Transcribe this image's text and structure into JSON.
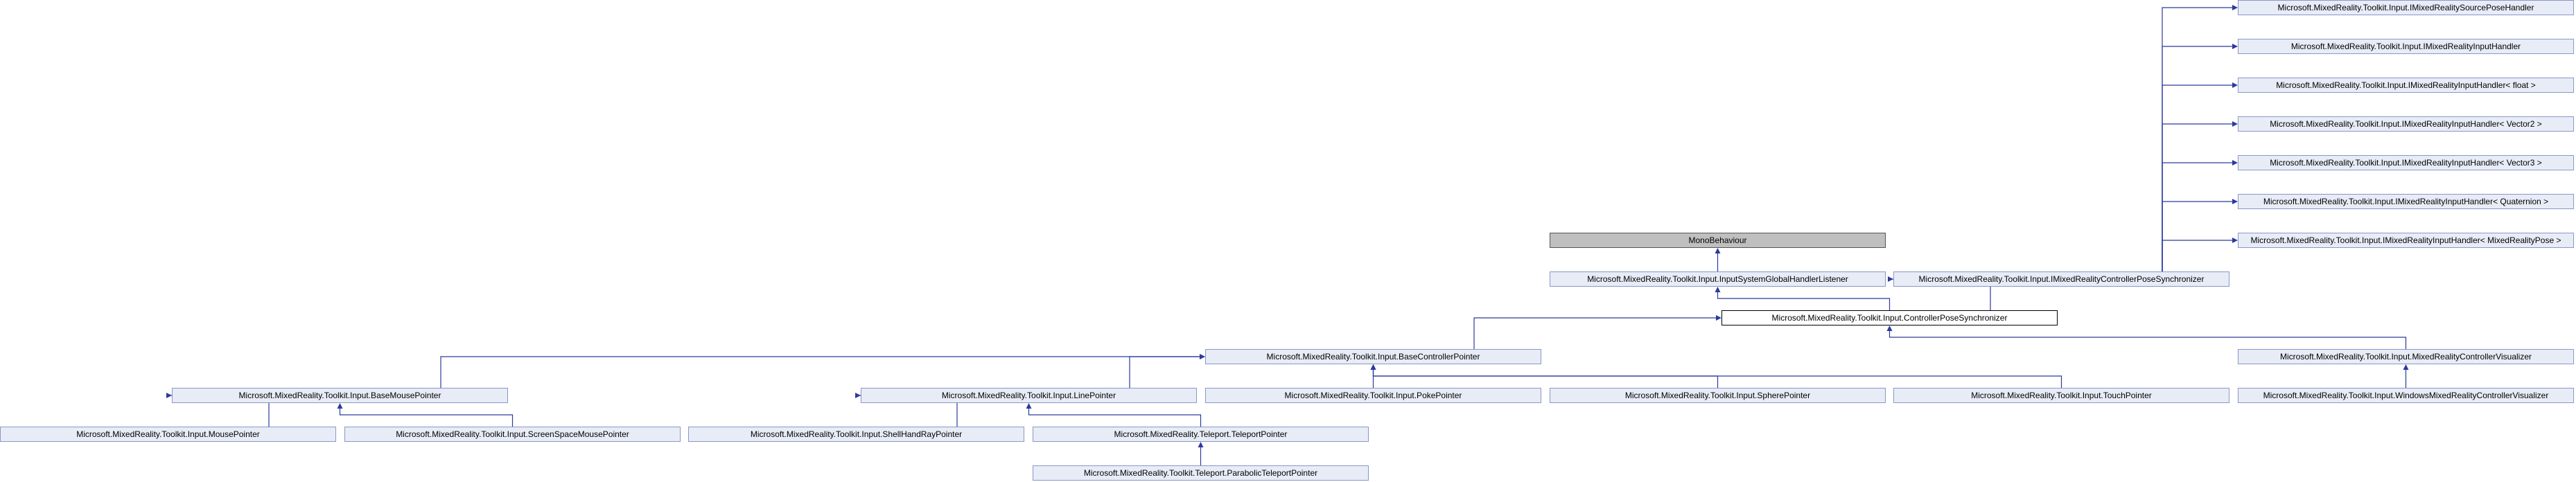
{
  "diagram": {
    "nodes": [
      {
        "id": "ISourcePose",
        "label": "Microsoft.MixedReality.Toolkit.Input.IMixedRealitySourcePoseHandler",
        "kind": "normal"
      },
      {
        "id": "IInput",
        "label": "Microsoft.MixedReality.Toolkit.Input.IMixedRealityInputHandler",
        "kind": "normal"
      },
      {
        "id": "IFloat",
        "label": "Microsoft.MixedReality.Toolkit.Input.IMixedRealityInputHandler< float >",
        "kind": "normal"
      },
      {
        "id": "IV2",
        "label": "Microsoft.MixedReality.Toolkit.Input.IMixedRealityInputHandler< Vector2 >",
        "kind": "normal"
      },
      {
        "id": "IV3",
        "label": "Microsoft.MixedReality.Toolkit.Input.IMixedRealityInputHandler< Vector3 >",
        "kind": "normal"
      },
      {
        "id": "IQuat",
        "label": "Microsoft.MixedReality.Toolkit.Input.IMixedRealityInputHandler< Quaternion >",
        "kind": "normal"
      },
      {
        "id": "IPose",
        "label": "Microsoft.MixedReality.Toolkit.Input.IMixedRealityInputHandler< MixedRealityPose >",
        "kind": "normal"
      },
      {
        "id": "Mono",
        "label": "MonoBehaviour",
        "kind": "base"
      },
      {
        "id": "GlobalListener",
        "label": "Microsoft.MixedReality.Toolkit.Input.InputSystemGlobalHandlerListener",
        "kind": "normal"
      },
      {
        "id": "IControllerPose",
        "label": "Microsoft.MixedReality.Toolkit.Input.IMixedRealityControllerPoseSynchronizer",
        "kind": "normal"
      },
      {
        "id": "ControllerPose",
        "label": "Microsoft.MixedReality.Toolkit.Input.ControllerPoseSynchronizer",
        "kind": "focus"
      },
      {
        "id": "BaseController",
        "label": "Microsoft.MixedReality.Toolkit.Input.BaseControllerPointer",
        "kind": "normal"
      },
      {
        "id": "Visualizer",
        "label": "Microsoft.MixedReality.Toolkit.Input.MixedRealityControllerVisualizer",
        "kind": "normal"
      },
      {
        "id": "BaseMouse",
        "label": "Microsoft.MixedReality.Toolkit.Input.BaseMousePointer",
        "kind": "normal"
      },
      {
        "id": "Line",
        "label": "Microsoft.MixedReality.Toolkit.Input.LinePointer",
        "kind": "normal"
      },
      {
        "id": "Poke",
        "label": "Microsoft.MixedReality.Toolkit.Input.PokePointer",
        "kind": "normal"
      },
      {
        "id": "Sphere",
        "label": "Microsoft.MixedReality.Toolkit.Input.SpherePointer",
        "kind": "normal"
      },
      {
        "id": "Touch",
        "label": "Microsoft.MixedReality.Toolkit.Input.TouchPointer",
        "kind": "normal"
      },
      {
        "id": "WinVisualizer",
        "label": "Microsoft.MixedReality.Toolkit.Input.WindowsMixedRealityControllerVisualizer",
        "kind": "normal"
      },
      {
        "id": "Mouse",
        "label": "Microsoft.MixedReality.Toolkit.Input.MousePointer",
        "kind": "normal"
      },
      {
        "id": "ScreenMouse",
        "label": "Microsoft.MixedReality.Toolkit.Input.ScreenSpaceMousePointer",
        "kind": "normal"
      },
      {
        "id": "ShellHand",
        "label": "Microsoft.MixedReality.Toolkit.Input.ShellHandRayPointer",
        "kind": "normal"
      },
      {
        "id": "Teleport",
        "label": "Microsoft.MixedReality.Teleport.TeleportPointer",
        "kind": "normal"
      },
      {
        "id": "Parabolic",
        "label": "Microsoft.MixedReality.Toolkit.Teleport.ParabolicTeleportPointer",
        "kind": "normal"
      }
    ],
    "edges": [
      {
        "from": "IControllerPose",
        "to": "ISourcePose"
      },
      {
        "from": "IControllerPose",
        "to": "IInput"
      },
      {
        "from": "IControllerPose",
        "to": "IFloat"
      },
      {
        "from": "IControllerPose",
        "to": "IV2"
      },
      {
        "from": "IControllerPose",
        "to": "IV3"
      },
      {
        "from": "IControllerPose",
        "to": "IQuat"
      },
      {
        "from": "IControllerPose",
        "to": "IPose"
      },
      {
        "from": "GlobalListener",
        "to": "Mono"
      },
      {
        "from": "ControllerPose",
        "to": "GlobalListener"
      },
      {
        "from": "ControllerPose",
        "to": "IControllerPose"
      },
      {
        "from": "BaseController",
        "to": "ControllerPose"
      },
      {
        "from": "Visualizer",
        "to": "ControllerPose"
      },
      {
        "from": "BaseMouse",
        "to": "BaseController"
      },
      {
        "from": "Line",
        "to": "BaseController"
      },
      {
        "from": "Poke",
        "to": "BaseController"
      },
      {
        "from": "Sphere",
        "to": "BaseController"
      },
      {
        "from": "Touch",
        "to": "BaseController"
      },
      {
        "from": "WinVisualizer",
        "to": "Visualizer"
      },
      {
        "from": "Mouse",
        "to": "BaseMouse"
      },
      {
        "from": "ScreenMouse",
        "to": "BaseMouse"
      },
      {
        "from": "ShellHand",
        "to": "Line"
      },
      {
        "from": "Teleport",
        "to": "Line"
      },
      {
        "from": "Parabolic",
        "to": "Teleport"
      }
    ]
  }
}
